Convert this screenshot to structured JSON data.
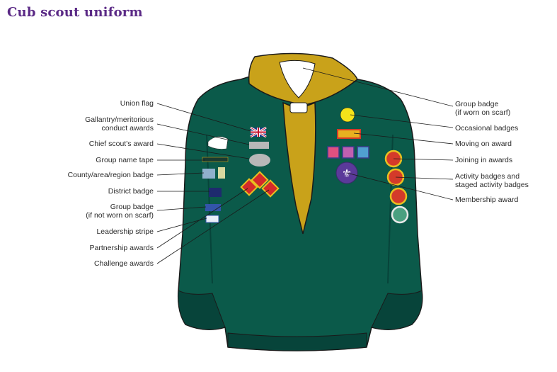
{
  "title": "Cub scout uniform",
  "colors": {
    "title": "#5b2a86",
    "jumper": "#0b5a4a",
    "jumper_dark": "#07443a",
    "scarf": "#c9a21a",
    "line": "#1a1a1a"
  },
  "labels": {
    "left": {
      "union_flag": "Union flag",
      "gallantry_1": "Gallantry/meritorious",
      "gallantry_2": "conduct awards",
      "chief_scout": "Chief scout's award",
      "group_name_tape": "Group name tape",
      "county_badge": "County/area/region badge",
      "district_badge": "District badge",
      "group_badge_1": "Group badge",
      "group_badge_2": "(if not worn on scarf)",
      "leadership_stripe": "Leadership stripe",
      "partnership": "Partnership awards",
      "challenge": "Challenge awards"
    },
    "right": {
      "group_badge_scarf_1": "Group badge",
      "group_badge_scarf_2": "(if worn on scarf)",
      "occasional": "Occasional badges",
      "moving_on": "Moving on award",
      "joining_in": "Joining in awards",
      "activity_1": "Activity badges and",
      "activity_2": "staged activity badges",
      "membership": "Membership award"
    }
  }
}
